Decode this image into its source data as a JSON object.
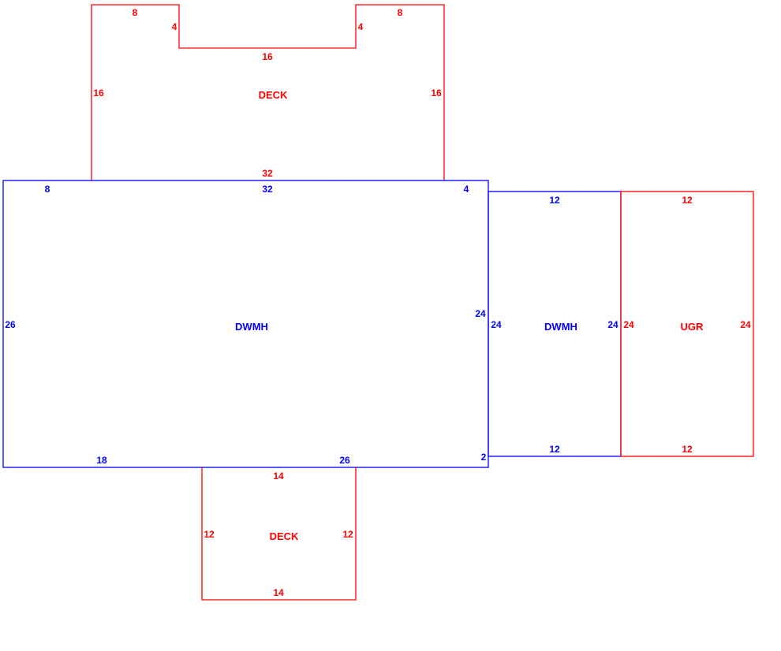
{
  "colors": {
    "living": "#0000ff",
    "addition": "#ff0000",
    "background": "#ffffff"
  },
  "areas": {
    "deck_top": {
      "name": "DECK",
      "dims": {
        "left_tab_top": "8",
        "left_tab_side": "4",
        "notch_bottom": "16",
        "right_tab_side": "4",
        "right_tab_top": "8",
        "left": "16",
        "right": "16",
        "bottom": "32"
      }
    },
    "main_dwmh": {
      "name": "DWMH",
      "dims": {
        "top_left": "8",
        "top": "32",
        "top_right": "4",
        "left": "26",
        "right_upper": "24",
        "bottom_left": "18",
        "bottom_right": "26",
        "right_lower": "2"
      }
    },
    "dwmh_addition": {
      "name": "DWMH",
      "dims": {
        "top": "12",
        "left": "24",
        "right": "24",
        "bottom": "12"
      }
    },
    "ugr": {
      "name": "UGR",
      "dims": {
        "top": "12",
        "left": "24",
        "right": "24",
        "bottom": "12"
      }
    },
    "deck_bottom": {
      "name": "DECK",
      "dims": {
        "top": "14",
        "left": "12",
        "right": "12",
        "bottom": "14"
      }
    }
  }
}
